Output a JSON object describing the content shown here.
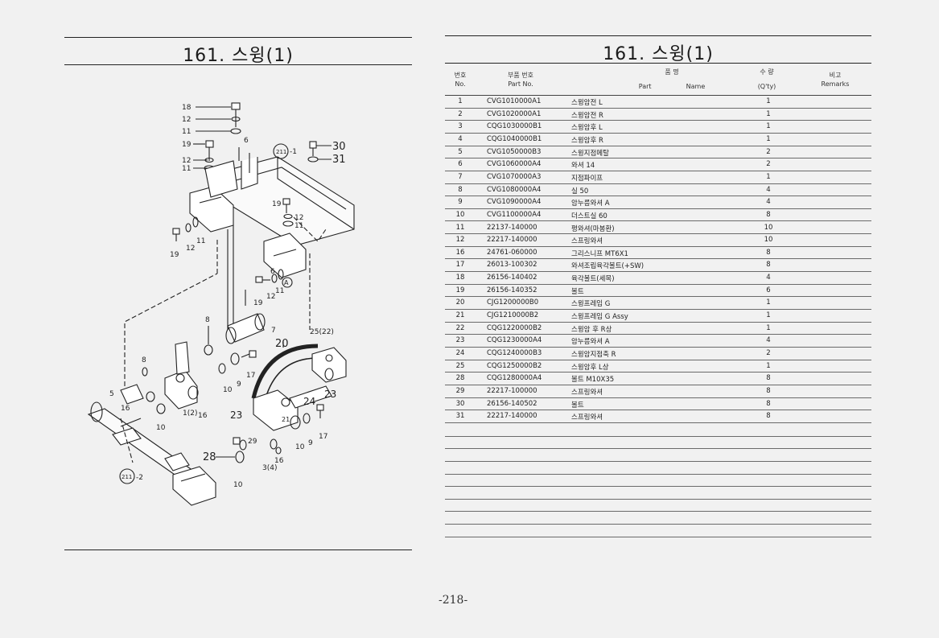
{
  "page_title": "161. 스윙(1)",
  "page_number": "-218-",
  "table": {
    "headers": {
      "no_ko": "번호",
      "no_en": "No.",
      "part_ko": "부품 번호",
      "part_en": "Part  No.",
      "name_ko": "품          명",
      "name_en_part": "Part",
      "name_en_name": "Name",
      "qty_ko": "수  량",
      "qty_en": "(Q'ty)",
      "remarks_ko": "비고",
      "remarks_en": "Remarks"
    },
    "rows": [
      {
        "no": "1",
        "part": "CVG1010000A1",
        "name": "스윙암전 L",
        "qty": "1"
      },
      {
        "no": "2",
        "part": "CVG1020000A1",
        "name": "스윙암전 R",
        "qty": "1"
      },
      {
        "no": "3",
        "part": "CQG1030000B1",
        "name": "스윙암후 L",
        "qty": "1"
      },
      {
        "no": "4",
        "part": "CQG1040000B1",
        "name": "스윙암후 R",
        "qty": "1"
      },
      {
        "no": "5",
        "part": "CVG1050000B3",
        "name": "스윙지점메탈",
        "qty": "2"
      },
      {
        "no": "6",
        "part": "CVG1060000A4",
        "name": "와셔 14",
        "qty": "2"
      },
      {
        "no": "7",
        "part": "CVG1070000A3",
        "name": "지점파이프",
        "qty": "1"
      },
      {
        "no": "8",
        "part": "CVG1080000A4",
        "name": "실 50",
        "qty": "4"
      },
      {
        "no": "9",
        "part": "CVG1090000A4",
        "name": "암누름와셔 A",
        "qty": "4"
      },
      {
        "no": "10",
        "part": "CVG1100000A4",
        "name": "더스트실 60",
        "qty": "8"
      },
      {
        "no": "11",
        "part": "22137-140000",
        "name": "평와셔(마봉환)",
        "qty": "10"
      },
      {
        "no": "12",
        "part": "22217-140000",
        "name": "스프링와셔",
        "qty": "10"
      },
      {
        "no": "16",
        "part": "24761-060000",
        "name": "그리스니프 MT6X1",
        "qty": "8"
      },
      {
        "no": "17",
        "part": "26013-100302",
        "name": "와셔조립육각볼트(+SW)",
        "qty": "8"
      },
      {
        "no": "18",
        "part": "26156-140402",
        "name": "육각볼트(세목)",
        "qty": "4"
      },
      {
        "no": "19",
        "part": "26156-140352",
        "name": "볼트",
        "qty": "6"
      },
      {
        "no": "20",
        "part": "CJG1200000B0",
        "name": "스윙프레임 G",
        "qty": "1"
      },
      {
        "no": "21",
        "part": "CJG1210000B2",
        "name": "스윙프레임 G Assy",
        "qty": "1"
      },
      {
        "no": "22",
        "part": "CQG1220000B2",
        "name": "스윙암 후 R상",
        "qty": "1"
      },
      {
        "no": "23",
        "part": "CQG1230000A4",
        "name": "암누름와셔 A",
        "qty": "4"
      },
      {
        "no": "24",
        "part": "CQG1240000B3",
        "name": "스윙암지점축 R",
        "qty": "2"
      },
      {
        "no": "25",
        "part": "CQG1250000B2",
        "name": "스윙암후 L상",
        "qty": "1"
      },
      {
        "no": "28",
        "part": "CQG1280000A4",
        "name": "볼트 M10X35",
        "qty": "8"
      },
      {
        "no": "29",
        "part": "22217-100000",
        "name": "스프링와셔",
        "qty": "8"
      },
      {
        "no": "30",
        "part": "26156-140502",
        "name": "볼트",
        "qty": "8"
      },
      {
        "no": "31",
        "part": "22217-140000",
        "name": "스프링와셔",
        "qty": "8"
      }
    ]
  },
  "diagram": {
    "labels": [
      {
        "id": "l18",
        "text": "18"
      },
      {
        "id": "l12a",
        "text": "12"
      },
      {
        "id": "l11a",
        "text": "11"
      },
      {
        "id": "l19a",
        "text": "19"
      },
      {
        "id": "l12b",
        "text": "12"
      },
      {
        "id": "l11b",
        "text": "11"
      },
      {
        "id": "l6",
        "text": "6"
      },
      {
        "id": "l211a",
        "text": "211"
      },
      {
        "id": "l1",
        "text": "-1"
      },
      {
        "id": "l30",
        "text": "30"
      },
      {
        "id": "l31",
        "text": "31"
      },
      {
        "id": "l19b",
        "text": "19"
      },
      {
        "id": "l12c",
        "text": "12"
      },
      {
        "id": "l11c",
        "text": "11"
      },
      {
        "id": "l11d",
        "text": "11"
      },
      {
        "id": "l12d",
        "text": "12"
      },
      {
        "id": "l19c",
        "text": "19"
      },
      {
        "id": "l6b",
        "text": "6"
      },
      {
        "id": "lA",
        "text": "A"
      },
      {
        "id": "l11e",
        "text": "11"
      },
      {
        "id": "l12e",
        "text": "12"
      },
      {
        "id": "l19d",
        "text": "19"
      },
      {
        "id": "l8a",
        "text": "8"
      },
      {
        "id": "l7",
        "text": "7"
      },
      {
        "id": "l25",
        "text": "25(22)"
      },
      {
        "id": "l20",
        "text": "20"
      },
      {
        "id": "l9a",
        "text": "9"
      },
      {
        "id": "l17a",
        "text": "17"
      },
      {
        "id": "l10a",
        "text": "10"
      },
      {
        "id": "l8b",
        "text": "8"
      },
      {
        "id": "l5",
        "text": "5"
      },
      {
        "id": "l16a",
        "text": "16"
      },
      {
        "id": "l1_2",
        "text": "1(2)"
      },
      {
        "id": "l16b",
        "text": "16"
      },
      {
        "id": "l10b",
        "text": "10"
      },
      {
        "id": "l24",
        "text": "24"
      },
      {
        "id": "l23a",
        "text": "23"
      },
      {
        "id": "l23b",
        "text": "23"
      },
      {
        "id": "l21",
        "text": "21"
      },
      {
        "id": "l17b",
        "text": "17"
      },
      {
        "id": "l29",
        "text": "29"
      },
      {
        "id": "l28",
        "text": "28"
      },
      {
        "id": "l16c",
        "text": "16"
      },
      {
        "id": "l3_4",
        "text": "3(4)"
      },
      {
        "id": "l10c",
        "text": "10"
      },
      {
        "id": "l9b",
        "text": "9"
      },
      {
        "id": "l10d",
        "text": "10"
      },
      {
        "id": "l211b",
        "text": "211"
      },
      {
        "id": "l2",
        "text": "-2"
      }
    ]
  }
}
